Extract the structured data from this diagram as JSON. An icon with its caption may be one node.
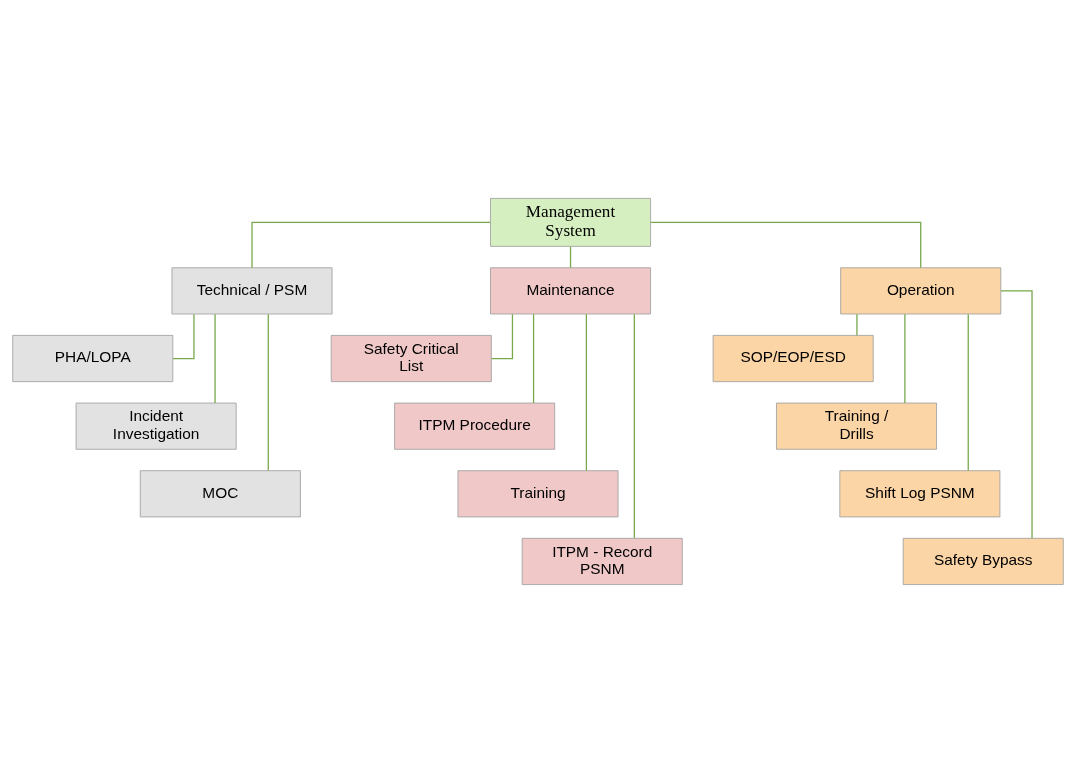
{
  "diagram": {
    "nodes": [
      {
        "text": [
          "Management System"
        ]
      },
      {
        "text": [
          "Technical / PSM"
        ]
      },
      {
        "text": [
          "Maintenance"
        ]
      },
      {
        "text": [
          "Operation"
        ]
      },
      {
        "text": [
          "PHA/LOPA"
        ]
      },
      {
        "text": [
          "Incident Investigation"
        ]
      },
      {
        "text": [
          "MOC"
        ]
      },
      {
        "text": [
          "Safety Critical List"
        ]
      },
      {
        "text": [
          "ITPM Procedure"
        ]
      },
      {
        "text": [
          "Training"
        ]
      },
      {
        "text": [
          "ITPM - Record PSNM"
        ]
      },
      {
        "text": [
          "SOP/EOP/ESD"
        ]
      },
      {
        "text": [
          "Training / Drills"
        ]
      },
      {
        "text": [
          "Shift Log PSNM"
        ]
      },
      {
        "text": [
          "Safety Bypass"
        ]
      }
    ],
    "edges": [
      {
        "from": 0,
        "to": 1,
        "arrow": "none"
      },
      {
        "from": 0,
        "to": 2,
        "arrow": "none"
      },
      {
        "from": 0,
        "to": 3,
        "arrow": "none"
      },
      {
        "from": 1,
        "to": 4,
        "arrow": "none"
      },
      {
        "from": 1,
        "to": 5,
        "arrow": "none"
      },
      {
        "from": 1,
        "to": 6,
        "arrow": "none"
      },
      {
        "from": 2,
        "to": 7,
        "arrow": "none"
      },
      {
        "from": 2,
        "to": 8,
        "arrow": "none"
      },
      {
        "from": 2,
        "to": 9,
        "arrow": "none"
      },
      {
        "from": 2,
        "to": 10,
        "arrow": "none"
      },
      {
        "from": 3,
        "to": 11,
        "arrow": "none"
      },
      {
        "from": 3,
        "to": 12,
        "arrow": "none"
      },
      {
        "from": 3,
        "to": 13,
        "arrow": "none"
      },
      {
        "from": 3,
        "to": 14,
        "arrow": "none"
      }
    ]
  }
}
